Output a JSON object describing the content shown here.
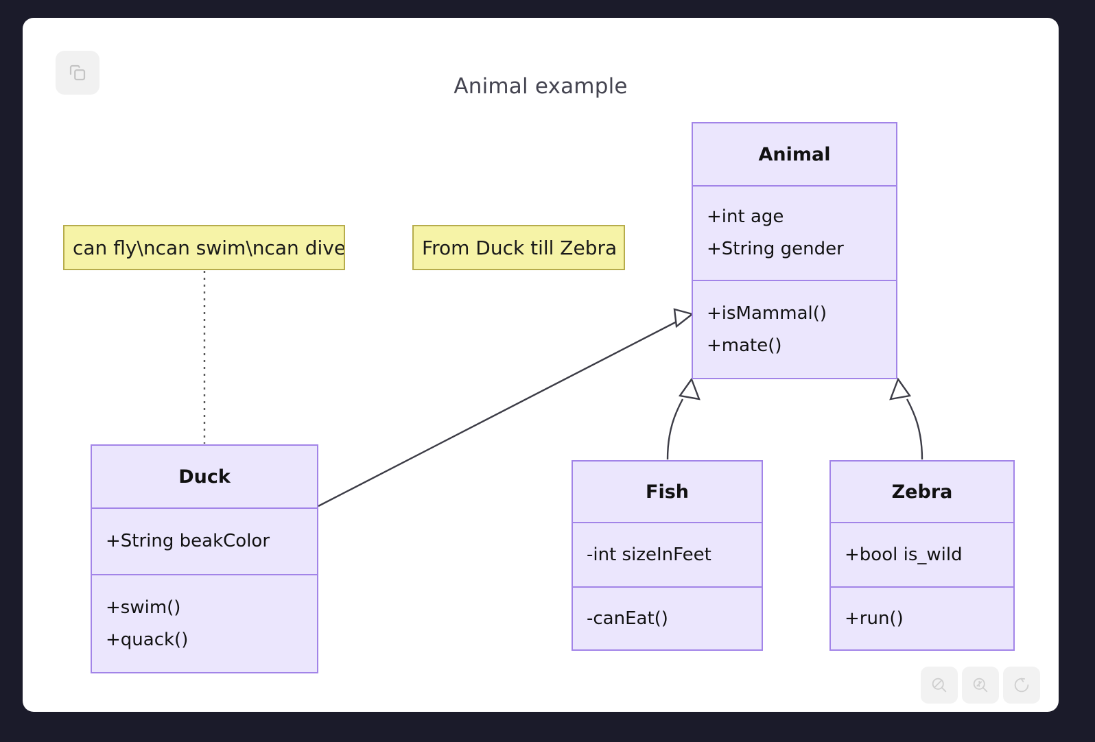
{
  "window": {
    "background_color": "#1b1b2a",
    "canvas_color": "#ffffff"
  },
  "toolbar": {
    "copy_icon": "copy-icon"
  },
  "diagram": {
    "title": "Animal example",
    "type": "uml-class-diagram",
    "class_fill": "#ebe6fd",
    "class_border": "#a284e8",
    "note_fill": "#f6f3a7",
    "note_border": "#b6ac4c",
    "classes": [
      {
        "id": "animal",
        "name": "Animal",
        "attributes": [
          "+int age",
          "+String gender"
        ],
        "methods": [
          "+isMammal()",
          "+mate()"
        ]
      },
      {
        "id": "duck",
        "name": "Duck",
        "attributes": [
          "+String beakColor"
        ],
        "methods": [
          "+swim()",
          "+quack()"
        ]
      },
      {
        "id": "fish",
        "name": "Fish",
        "attributes": [
          "-int sizeInFeet"
        ],
        "methods": [
          "-canEat()"
        ]
      },
      {
        "id": "zebra",
        "name": "Zebra",
        "attributes": [
          "+bool is_wild"
        ],
        "methods": [
          "+run()"
        ]
      }
    ],
    "notes": [
      {
        "id": "note-duck",
        "text": "can fly\\ncan swim\\ncan dive",
        "attached_to": "Duck"
      },
      {
        "id": "note-range",
        "text": "From Duck till Zebra",
        "attached_to": ""
      }
    ],
    "relationships": [
      {
        "from": "Duck",
        "to": "Animal",
        "type": "inheritance"
      },
      {
        "from": "Fish",
        "to": "Animal",
        "type": "inheritance"
      },
      {
        "from": "Zebra",
        "to": "Animal",
        "type": "inheritance"
      },
      {
        "from": "note-duck",
        "to": "Duck",
        "type": "note-link"
      }
    ]
  },
  "view_controls": {
    "buttons": [
      {
        "icon": "zoom-out-icon",
        "label": ""
      },
      {
        "icon": "zoom-in-icon",
        "label": ""
      },
      {
        "icon": "reset-view-icon",
        "label": ""
      }
    ]
  }
}
